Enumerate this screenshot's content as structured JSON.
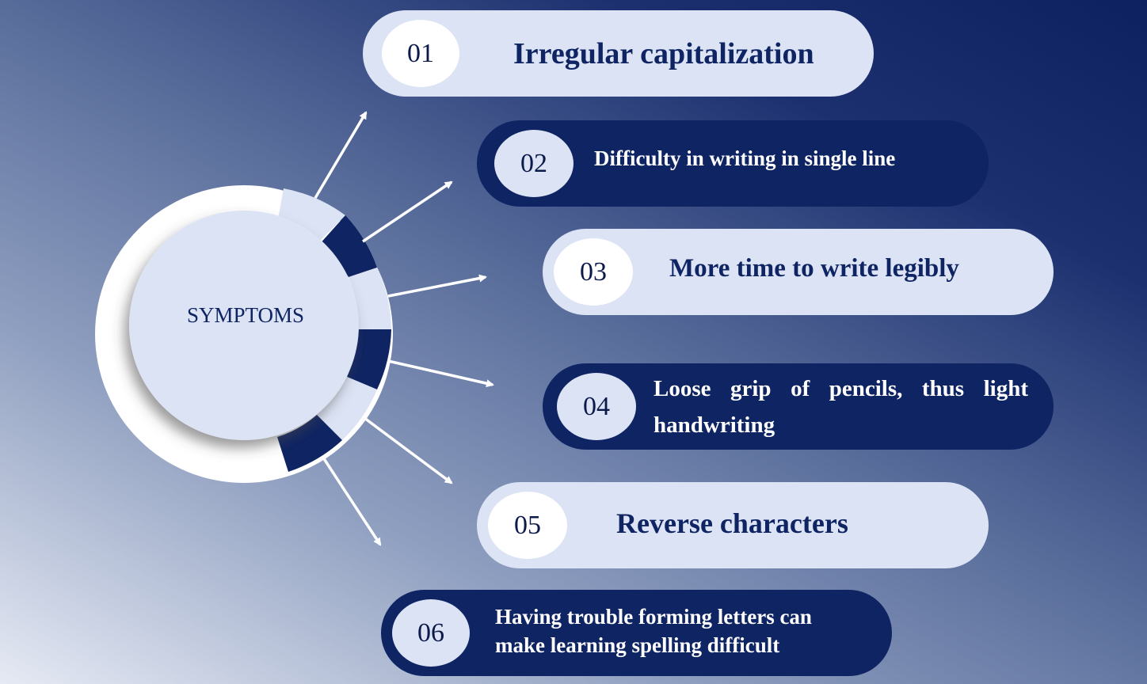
{
  "center": {
    "label": "SYMPTOMS"
  },
  "items": [
    {
      "number": "01",
      "text": "Irregular capitalization"
    },
    {
      "number": "02",
      "text": "Difficulty in writing in single line"
    },
    {
      "number": "03",
      "text": "More time to write legibly"
    },
    {
      "number": "04",
      "text": "Loose grip of pencils, thus light handwriting"
    },
    {
      "number": "05",
      "text": "Reverse characters"
    },
    {
      "number": "06",
      "text": "Having trouble forming letters can make learning spelling difficult"
    }
  ],
  "colors": {
    "dark_navy": "#0f2463",
    "light_blue": "#dce3f4",
    "white": "#ffffff",
    "arrow": "#ffffff"
  }
}
